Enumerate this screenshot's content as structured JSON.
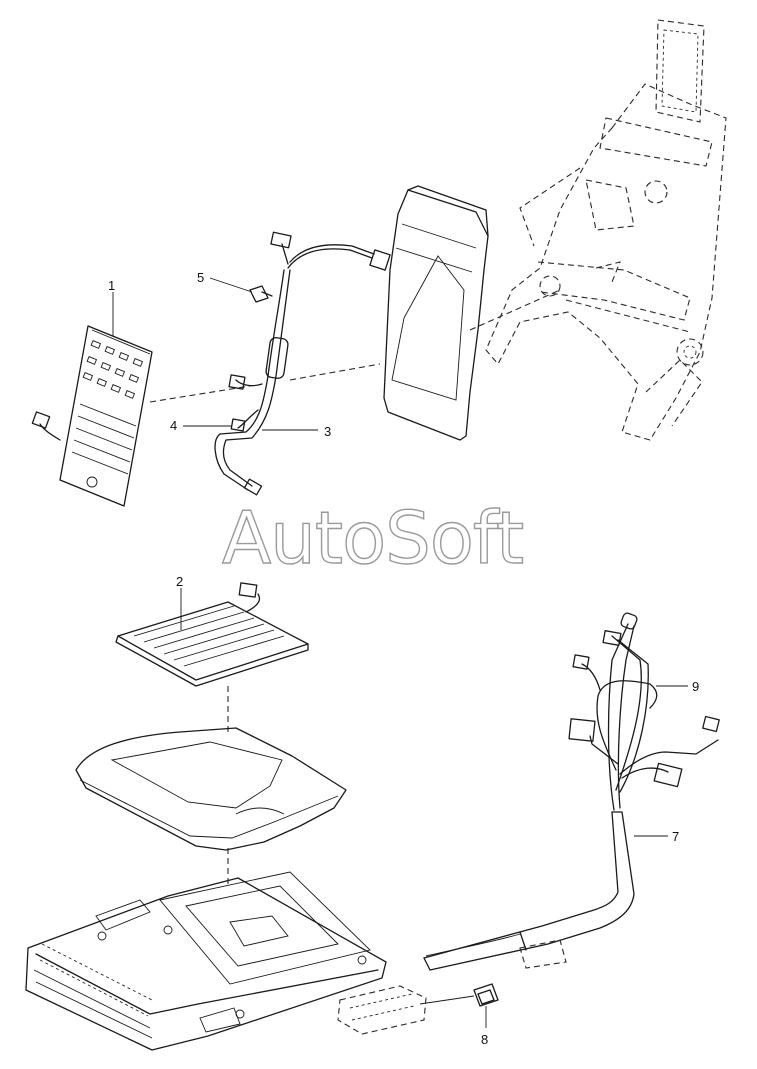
{
  "watermark": "AutoSoft",
  "callouts": {
    "c1": "1",
    "c2": "2",
    "c3": "3",
    "c4": "4",
    "c5": "5",
    "c7": "7",
    "c8": "8",
    "c9": "9"
  }
}
